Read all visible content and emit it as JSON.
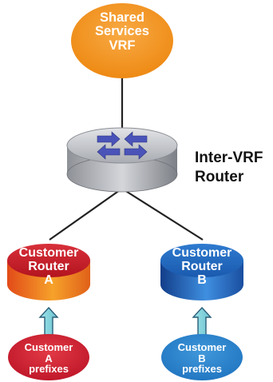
{
  "diagram": {
    "shared_services": {
      "label": "Shared\nServices\nVRF",
      "color": "#F4961E"
    },
    "inter_vrf_router": {
      "label": "Inter-VRF\nRouter",
      "body_color": "#C9CBCF",
      "arrow_color": "#4A53B8"
    },
    "customer_router_a": {
      "label": "Customer\nRouter\nA",
      "color": "#C81E2B"
    },
    "customer_router_b": {
      "label": "Customer\nRouter\nB",
      "color": "#1F64B4"
    },
    "customer_a_prefixes": {
      "label": "Customer\nA\nprefixes",
      "color": "#D2202F"
    },
    "customer_b_prefixes": {
      "label": "Customer\nB\nprefixes",
      "color": "#2A80C8"
    },
    "upload_arrow_color": "#7FD2DC",
    "line_color": "#222222"
  }
}
